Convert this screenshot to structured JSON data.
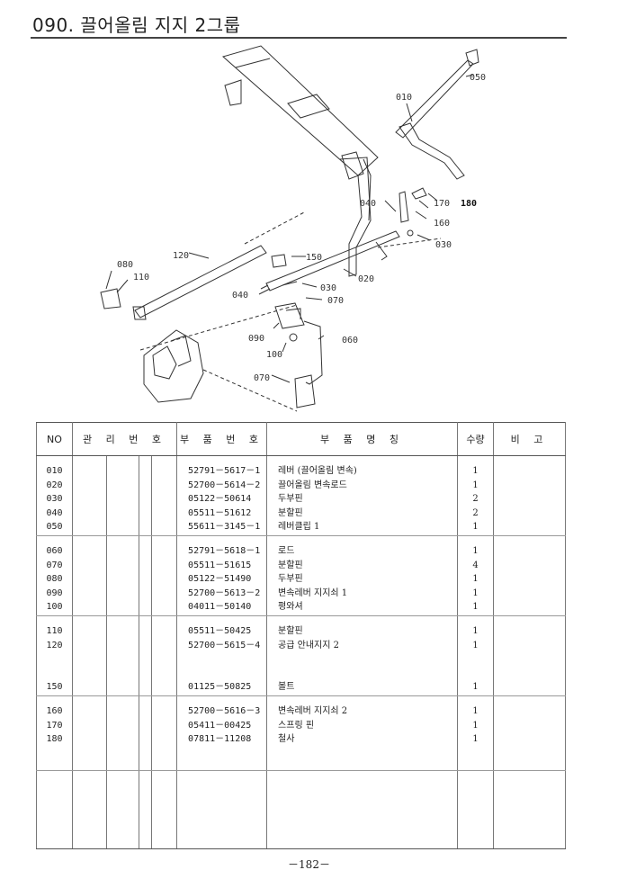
{
  "title": "090. 끌어올림 지지 2그룹",
  "callouts": [
    "050",
    "010",
    "170",
    "180",
    "040",
    "160",
    "030",
    "080",
    "110",
    "120",
    "150",
    "020",
    "040",
    "030",
    "070",
    "090",
    "060",
    "100",
    "070"
  ],
  "table": {
    "headers": {
      "no": "NO",
      "mgmt": "관 리 번 호",
      "part_no": "부 품 번 호",
      "name": "부 품 명 칭",
      "qty": "수량",
      "note": "비 고"
    },
    "groups": [
      {
        "rows": [
          {
            "no": "010",
            "part_no": "52791－5617－1",
            "name": "레버 (끌어올림 변속)",
            "qty": "1"
          },
          {
            "no": "020",
            "part_no": "52700－5614－2",
            "name": "끌어올림 변속로드",
            "qty": "1"
          },
          {
            "no": "030",
            "part_no": "05122－50614",
            "name": "두부핀",
            "qty": "2"
          },
          {
            "no": "040",
            "part_no": "05511－51612",
            "name": "분할핀",
            "qty": "2"
          },
          {
            "no": "050",
            "part_no": "55611－3145－1",
            "name": "레버클립 1",
            "qty": "1"
          }
        ]
      },
      {
        "rows": [
          {
            "no": "060",
            "part_no": "52791－5618－1",
            "name": "로드",
            "qty": "1"
          },
          {
            "no": "070",
            "part_no": "05511－51615",
            "name": "분할핀",
            "qty": "4"
          },
          {
            "no": "080",
            "part_no": "05122－51490",
            "name": "두부핀",
            "qty": "1"
          },
          {
            "no": "090",
            "part_no": "52700－5613－2",
            "name": "변속레버 지지쇠 1",
            "qty": "1"
          },
          {
            "no": "100",
            "part_no": "04011－50140",
            "name": "평와셔",
            "qty": "1"
          }
        ]
      },
      {
        "rows": [
          {
            "no": "110",
            "part_no": "05511－50425",
            "name": "분할핀",
            "qty": "1"
          },
          {
            "no": "120",
            "part_no": "52700－5615－4",
            "name": "공급 안내지지 2",
            "qty": "1"
          },
          {
            "no": "",
            "part_no": "",
            "name": "",
            "qty": ""
          },
          {
            "no": "",
            "part_no": "",
            "name": "",
            "qty": ""
          },
          {
            "no": "150",
            "part_no": "01125－50825",
            "name": "볼트",
            "qty": "1"
          }
        ]
      },
      {
        "rows": [
          {
            "no": "160",
            "part_no": "52700－5616－3",
            "name": "변속레버 지지쇠 2",
            "qty": "1"
          },
          {
            "no": "170",
            "part_no": "05411－00425",
            "name": "스프링 핀",
            "qty": "1"
          },
          {
            "no": "180",
            "part_no": "07811－11208",
            "name": "철사",
            "qty": "1"
          }
        ]
      }
    ]
  },
  "page_number": "－182－"
}
